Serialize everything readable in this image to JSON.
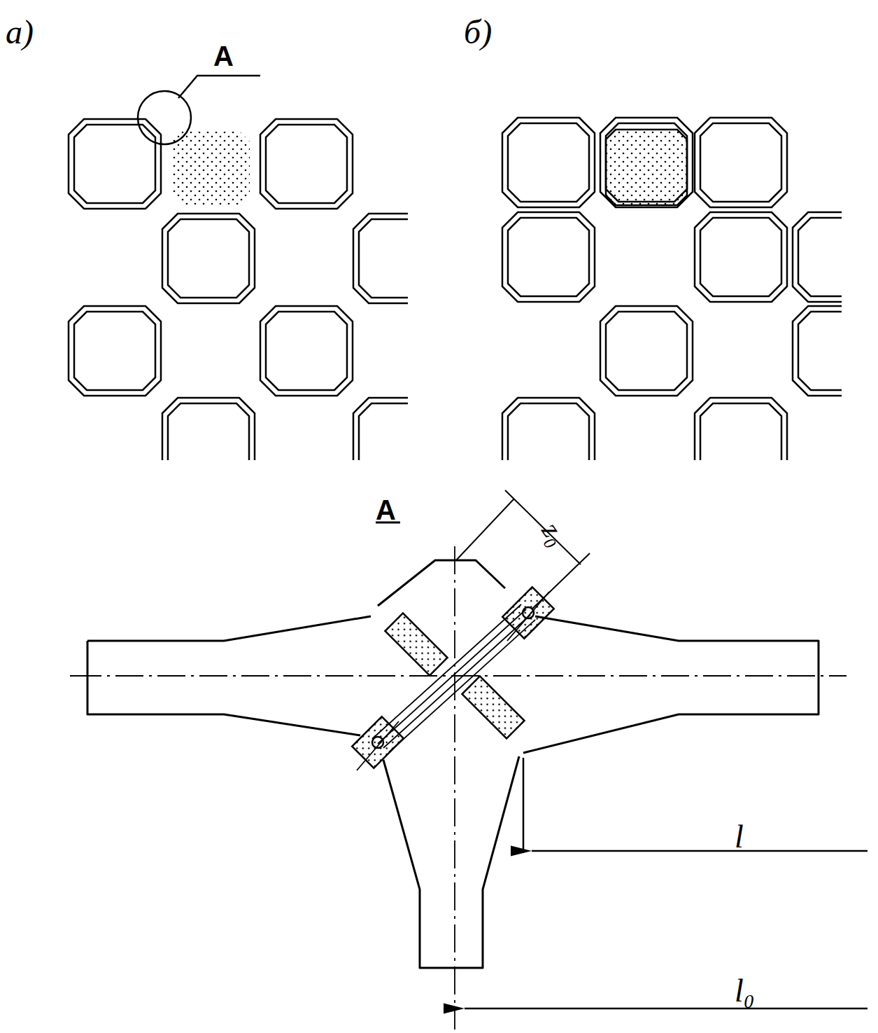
{
  "diagram": {
    "labels": [
      "а)",
      "б)",
      "A",
      "A",
      "z₀",
      "l",
      "l₀"
    ]
  }
}
